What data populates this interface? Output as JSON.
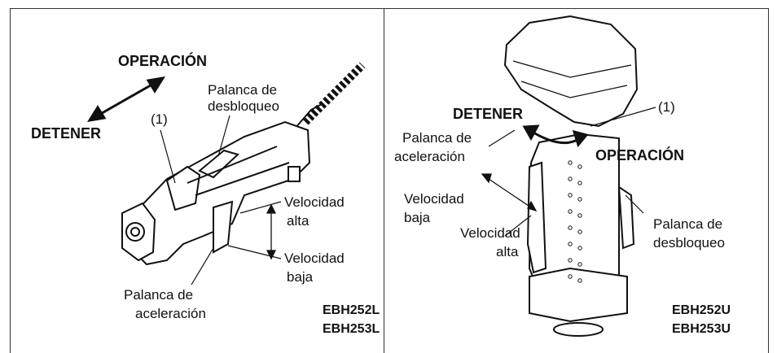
{
  "left_panel": {
    "operation": "OPERACIÓN",
    "stop": "DETENER",
    "callout": "(1)",
    "release_lever": [
      "Palanca de",
      "desbloqueo"
    ],
    "high_speed": [
      "Velocidad",
      "alta"
    ],
    "low_speed": [
      "Velocidad",
      "baja"
    ],
    "throttle_lever": [
      "Palanca de",
      "aceleración"
    ],
    "models": [
      "EBH252L",
      "EBH253L"
    ]
  },
  "right_panel": {
    "stop": "DETENER",
    "callout": "(1)",
    "operation": "OPERACIÓN",
    "throttle_lever": [
      "Palanca de",
      "aceleración"
    ],
    "low_speed": [
      "Velocidad",
      "baja"
    ],
    "high_speed": [
      "Velocidad",
      "alta"
    ],
    "release_lever": [
      "Palanca de",
      "desbloqueo"
    ],
    "models": [
      "EBH252U",
      "EBH253U"
    ]
  }
}
